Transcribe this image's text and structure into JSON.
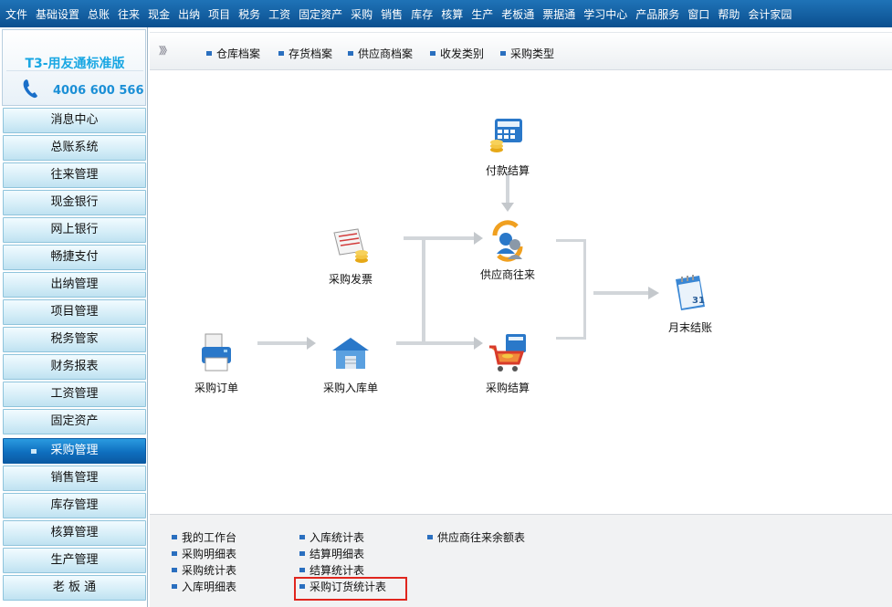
{
  "menubar": {
    "items": [
      "文件",
      "基础设置",
      "总账",
      "往来",
      "现金",
      "出纳",
      "项目",
      "税务",
      "工资",
      "固定资产",
      "采购",
      "销售",
      "库存",
      "核算",
      "生产",
      "老板通",
      "票据通",
      "学习中心",
      "产品服务",
      "窗口",
      "帮助",
      "会计家园"
    ]
  },
  "brand": {
    "title": "T3-用友通标准版",
    "phone": "4006 600 566"
  },
  "sidebar": {
    "items": [
      {
        "label": "消息中心"
      },
      {
        "label": "总账系统"
      },
      {
        "label": "往来管理"
      },
      {
        "label": "现金银行"
      },
      {
        "label": "网上银行"
      },
      {
        "label": "畅捷支付"
      },
      {
        "label": "出纳管理"
      },
      {
        "label": "项目管理"
      },
      {
        "label": "税务管家"
      },
      {
        "label": "财务报表"
      },
      {
        "label": "工资管理"
      },
      {
        "label": "固定资产"
      },
      {
        "label": "采购管理"
      },
      {
        "label": "销售管理"
      },
      {
        "label": "库存管理"
      },
      {
        "label": "核算管理"
      },
      {
        "label": "生产管理"
      },
      {
        "label": "老 板 通"
      }
    ],
    "active": "采购管理"
  },
  "toolbar": {
    "chevron": "》》",
    "links": [
      "仓库档案",
      "存货档案",
      "供应商档案",
      "收发类别",
      "采购类型"
    ]
  },
  "flow": {
    "nodes": {
      "payment_settle": "付款结算",
      "purchase_invoice": "采购发票",
      "supplier_account": "供应商往来",
      "month_end": "月末结账",
      "purchase_order": "采购订单",
      "purchase_inbound": "采购入库单",
      "purchase_settle": "采购结算"
    }
  },
  "bottom": {
    "col1": [
      "我的工作台",
      "采购明细表",
      "采购统计表",
      "入库明细表"
    ],
    "col2": [
      "入库统计表",
      "结算明细表",
      "结算统计表",
      "采购订货统计表"
    ],
    "col3": [
      "供应商往来余额表"
    ],
    "highlighted": "采购订货统计表"
  },
  "colors": {
    "menubar": "#0b5aa3",
    "active_nav": "#0f6fbf",
    "highlight_box": "#e0261e",
    "bullet": "#2a6fbf"
  }
}
